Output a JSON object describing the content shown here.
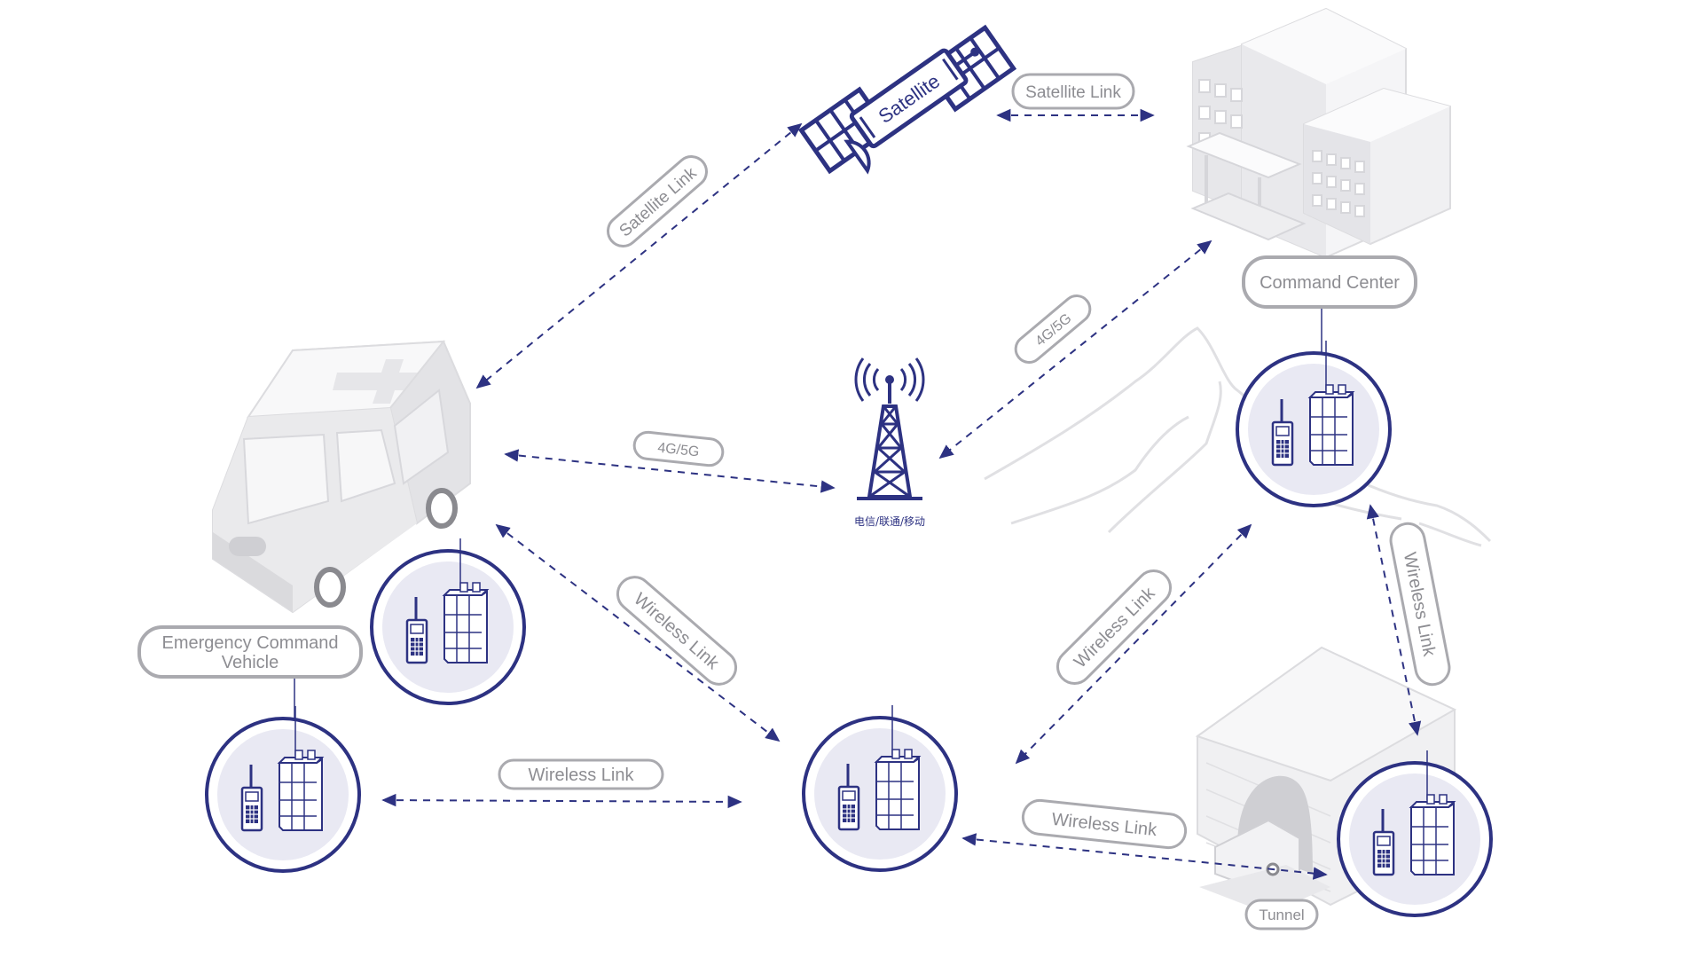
{
  "colors": {
    "navy": "#2d3282",
    "gray_text": "#8d8d92",
    "pill_stroke": "#aaaaaf",
    "node_fill": "#e9e9f3",
    "building": "#dcdcdf"
  },
  "links": {
    "sat_vehicle": "Satellite Link",
    "sat_center": "Satellite Link",
    "cell_center": "4G/5G",
    "vehicle_cell": "4G/5G",
    "vehicle_middle": "Wireless Link",
    "left_middle": "Wireless Link",
    "middle_center": "Wireless Link",
    "center_tunnel": "Wireless Link",
    "middle_tunnel": "Wireless Link"
  },
  "satellite": {
    "label": "Satellite"
  },
  "tower": {
    "label": "电信/联通/移动"
  },
  "locations": {
    "command_center": "Command Center",
    "vehicle_line1": "Emergency Command",
    "vehicle_line2": "Vehicle",
    "tunnel": "Tunnel"
  }
}
